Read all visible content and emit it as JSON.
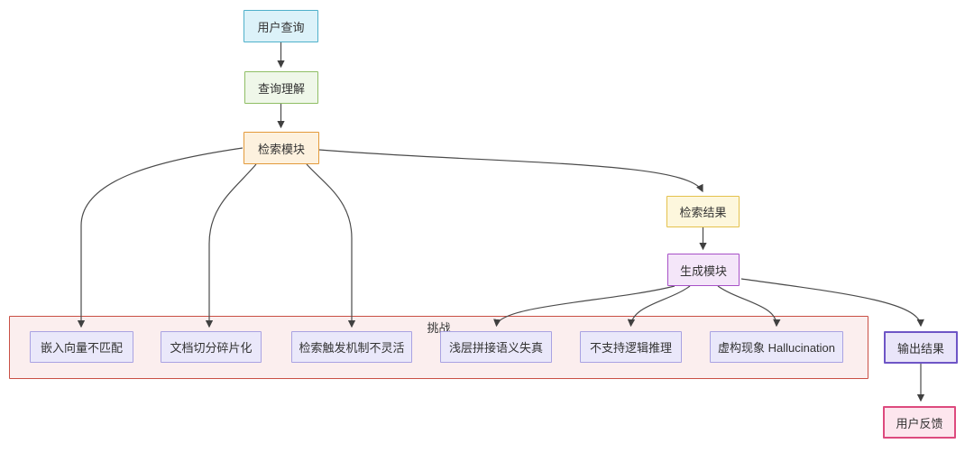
{
  "canvas": {
    "background": "#ffffff"
  },
  "diagram_type": "flowchart",
  "colors": {
    "edge": "#4b4b4b",
    "arrowhead": "#404040",
    "node_text": "#333333",
    "user_query_bg": "#dcf2f9",
    "user_query_border": "#4fb0ca",
    "query_understanding_bg": "#eff7e9",
    "query_understanding_border": "#8fbe64",
    "retrieval_module_bg": "#fdf1de",
    "retrieval_module_border": "#e39a3b",
    "retrieval_results_bg": "#fdf7dd",
    "retrieval_results_border": "#e4c14c",
    "generation_module_bg": "#f4e6f9",
    "generation_module_border": "#a750c7",
    "challenge_container_bg": "#fbeeee",
    "challenge_container_border": "#c94f44",
    "challenge_item_bg": "#eae8fa",
    "challenge_item_border": "#a9a2e2",
    "output_results_bg": "#e9e5f9",
    "output_results_border": "#6e55c6",
    "user_feedback_bg": "#fde6ee",
    "user_feedback_border": "#dd4a7e"
  },
  "nodes": {
    "user_query": {
      "label": "用户查询"
    },
    "query_understanding": {
      "label": "查询理解"
    },
    "retrieval_module": {
      "label": "检索模块"
    },
    "retrieval_results": {
      "label": "检索结果"
    },
    "generation_module": {
      "label": "生成模块"
    },
    "output_results": {
      "label": "输出结果"
    },
    "user_feedback": {
      "label": "用户反馈"
    }
  },
  "challenges": {
    "label": "挑战",
    "items": [
      {
        "label": "嵌入向量不匹配"
      },
      {
        "label": "文档切分碎片化"
      },
      {
        "label": "检索触发机制不灵活"
      },
      {
        "label": "浅层拼接语义失真"
      },
      {
        "label": "不支持逻辑推理"
      },
      {
        "label": "虚构现象 Hallucination"
      }
    ]
  },
  "edges": [
    {
      "from": "用户查询",
      "to": "查询理解"
    },
    {
      "from": "查询理解",
      "to": "检索模块"
    },
    {
      "from": "检索模块",
      "to": "检索结果"
    },
    {
      "from": "检索模块",
      "to": "嵌入向量不匹配"
    },
    {
      "from": "检索模块",
      "to": "文档切分碎片化"
    },
    {
      "from": "检索模块",
      "to": "检索触发机制不灵活"
    },
    {
      "from": "检索结果",
      "to": "生成模块"
    },
    {
      "from": "生成模块",
      "to": "浅层拼接语义失真"
    },
    {
      "from": "生成模块",
      "to": "不支持逻辑推理"
    },
    {
      "from": "生成模块",
      "to": "虚构现象 Hallucination"
    },
    {
      "from": "生成模块",
      "to": "输出结果"
    },
    {
      "from": "输出结果",
      "to": "用户反馈"
    }
  ]
}
